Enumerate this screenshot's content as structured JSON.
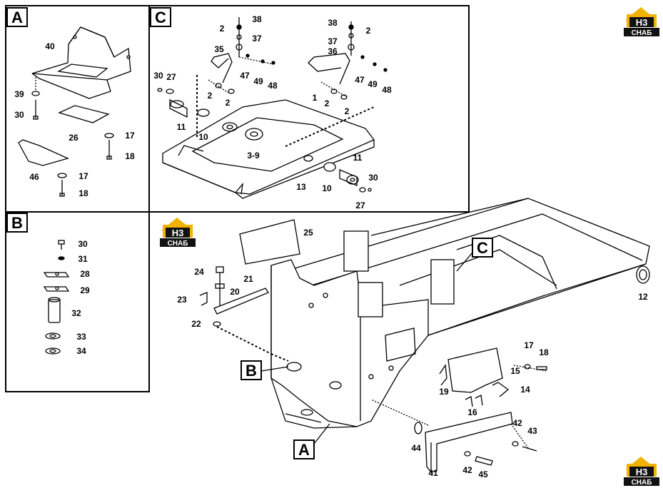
{
  "sections": {
    "a": "A",
    "b": "B",
    "c": "C"
  },
  "logo": {
    "top": "H3",
    "bottom": "CHAБ",
    "color_dark": "#111111",
    "color_accent": "#f2b300"
  },
  "parts_a": [
    "40",
    "39",
    "30",
    "26",
    "17",
    "18",
    "46",
    "17",
    "18"
  ],
  "parts_b": [
    "30",
    "31",
    "28",
    "29",
    "32",
    "33",
    "34"
  ],
  "parts_c": [
    "38",
    "2",
    "37",
    "35",
    "47",
    "49",
    "48",
    "30",
    "27",
    "2",
    "2",
    "11",
    "10",
    "3-9",
    "38",
    "2",
    "37",
    "36",
    "47",
    "49",
    "48",
    "1",
    "2",
    "2",
    "11",
    "30",
    "13",
    "10",
    "27"
  ],
  "parts_main": [
    "25",
    "24",
    "21",
    "20",
    "23",
    "22",
    "12",
    "17",
    "18",
    "15",
    "19",
    "14",
    "16",
    "42",
    "43",
    "44",
    "41",
    "42",
    "45"
  ]
}
